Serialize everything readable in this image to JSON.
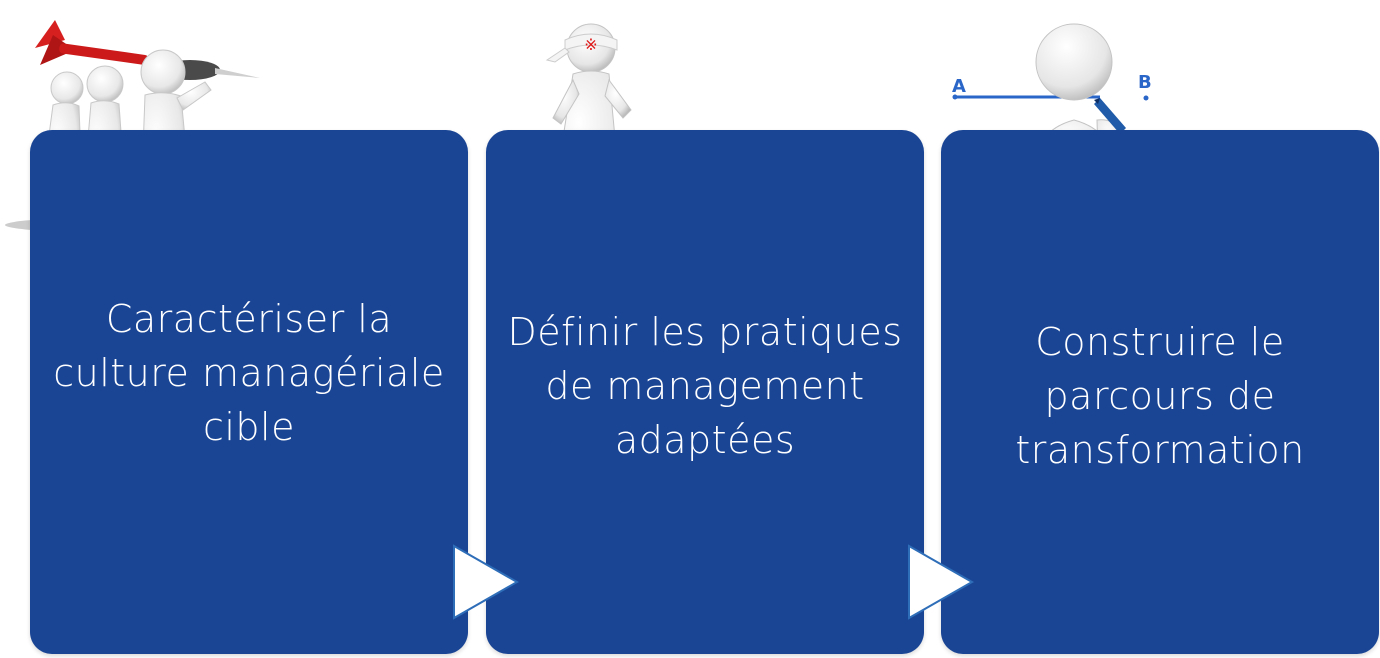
{
  "steps": [
    {
      "label": "Caractériser la culture managériale cible"
    },
    {
      "label": "Définir les pratiques de management adaptées"
    },
    {
      "label": "Construire le parcours de transformation"
    }
  ],
  "illustrations": {
    "step1": "group-throwing-dart-icon",
    "step2": "ninja-stick-figure-icon",
    "step3": "figure-drawing-line-a-to-b-icon",
    "ab_line": {
      "start": "A",
      "end": "B"
    }
  },
  "colors": {
    "card": "#1a4595",
    "text": "#ffffff",
    "arrow_fill": "#ffffff",
    "arrow_stroke": "#2e6db8"
  }
}
